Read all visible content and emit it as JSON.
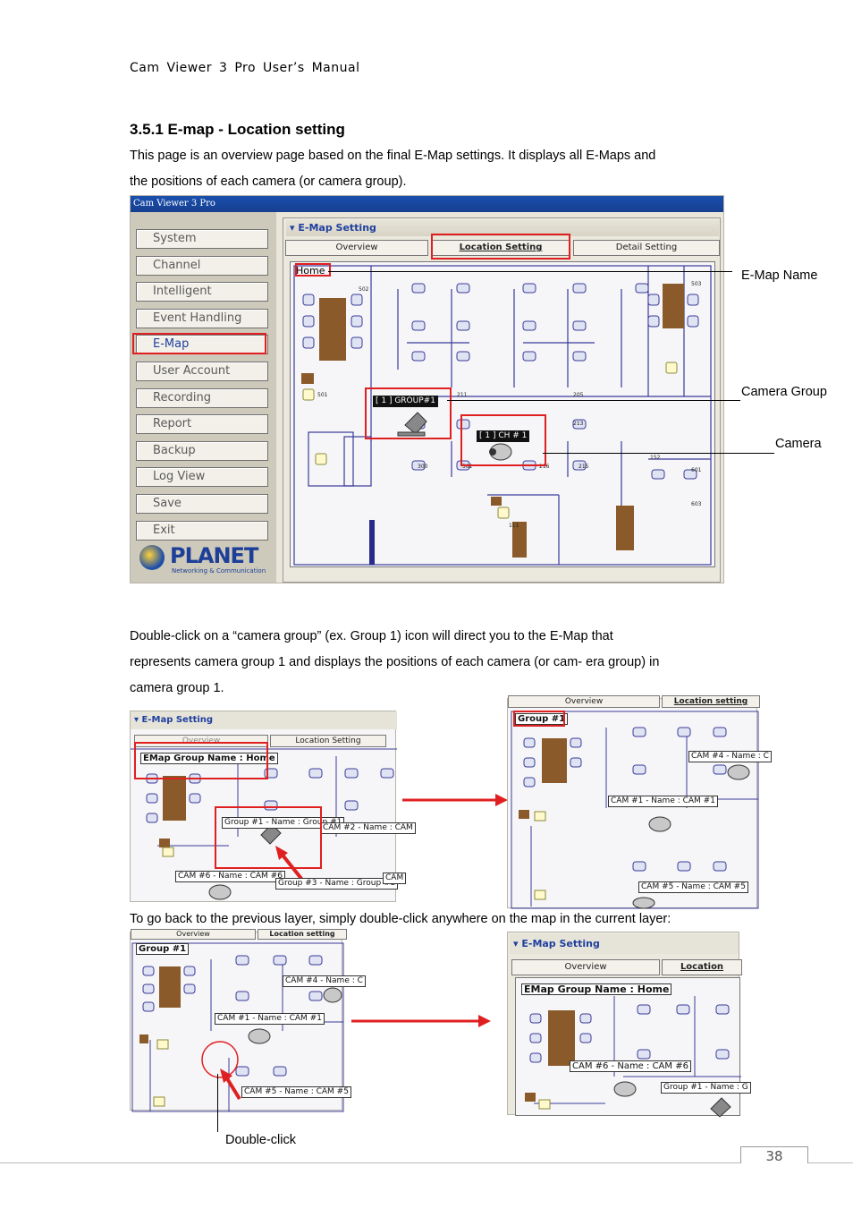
{
  "header": "Cam Viewer 3 Pro User’s Manual",
  "section_title": "3.5.1 E-map - Location setting",
  "intro_line1": "This page is an overview page based on the final E-Map settings. It displays all E-Maps and",
  "intro_line2": "the positions of each camera (or camera group).",
  "app": {
    "window_title": "Cam Viewer 3 Pro",
    "menu": [
      "System",
      "Channel",
      "Intelligent",
      "Event Handling",
      "E-Map",
      "User Account",
      "Recording",
      "Report",
      "Backup",
      "Log View",
      "Save",
      "Exit"
    ],
    "logo_text": "PLANET",
    "logo_sub": "Networking & Communication",
    "panel_title": "E-Map Setting",
    "tabs": [
      "Overview",
      "Location Setting",
      "Detail Setting"
    ],
    "map_name": "Home",
    "group_label": "[ 1 ] GROUP#1",
    "camera_label": "[ 1 ] CH # 1",
    "room_numbers": [
      "502",
      "503",
      "501",
      "211",
      "205",
      "213",
      "216",
      "215",
      "300",
      "302",
      "152",
      "601",
      "603",
      "111"
    ]
  },
  "callouts": {
    "emap_name": "E-Map Name",
    "camera_group": "Camera Group",
    "camera": "Camera"
  },
  "para2_line1": "Double-click on a “camera group” (ex. Group 1) icon will direct you to the E-Map that",
  "para2_line2": "represents camera group 1 and displays the positions of each camera (or cam- era group) in",
  "para2_line3": "camera group 1.",
  "fig2": {
    "panel_title": "E-Map Setting",
    "tab_overview": "Overview",
    "tab_location": "Location Setting",
    "group_name": "EMap Group Name : Home",
    "lbl_group1": "Group #1 - Name : Group #1",
    "lbl_cam2": "CAM #2 - Name : CAM",
    "lbl_cam6": "CAM #6 - Name : CAM #6",
    "lbl_group3": "Group #3 - Name : Group #3",
    "lbl_cam_edge": "CAM"
  },
  "fig3": {
    "tab_overview": "Overview",
    "tab_location": "Location setting",
    "group_name": "Group #1",
    "lbl_cam4": "CAM #4 - Name : C",
    "lbl_cam1": "CAM #1 - Name : CAM #1",
    "lbl_cam5": "CAM #5 - Name : CAM #5"
  },
  "para3": "To go back to the previous layer, simply double-click anywhere on the map in the current layer:",
  "fig4": {
    "tab_overview": "Overview",
    "tab_location": "Location setting",
    "group_name": "Group #1",
    "lbl_cam4": "CAM #4 - Name : C",
    "lbl_cam1": "CAM #1 - Name : CAM #1",
    "lbl_cam5": "CAM #5 - Name : CAM #5"
  },
  "fig5": {
    "panel_title": "E-Map Setting",
    "tab_overview": "Overview",
    "tab_location": "Location",
    "group_name": "EMap Group Name : Home",
    "lbl_cam6": "CAM #6 - Name : CAM #6",
    "lbl_group1": "Group #1 - Name : G"
  },
  "double_click_label": "Double-click",
  "page_number": "38",
  "colors": {
    "highlight": "#e02020",
    "arrow": "#e02020",
    "title_blue": "#2040a0"
  }
}
